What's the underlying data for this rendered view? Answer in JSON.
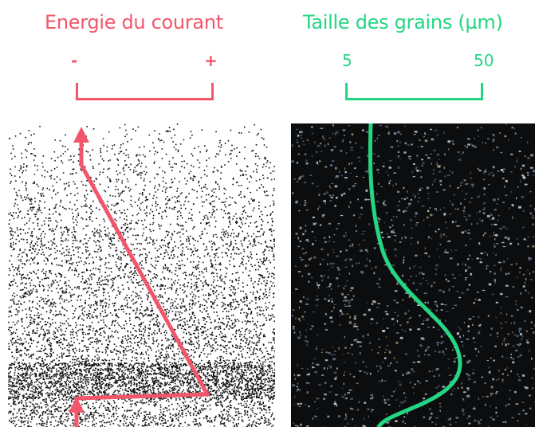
{
  "energy": {
    "title": "Energie du courant",
    "min_label": "-",
    "max_label": "+",
    "color": "#f2566a"
  },
  "grain": {
    "title": "Taille des grains (µm)",
    "min_label": "5",
    "max_label": "50",
    "color": "#24d683"
  }
}
